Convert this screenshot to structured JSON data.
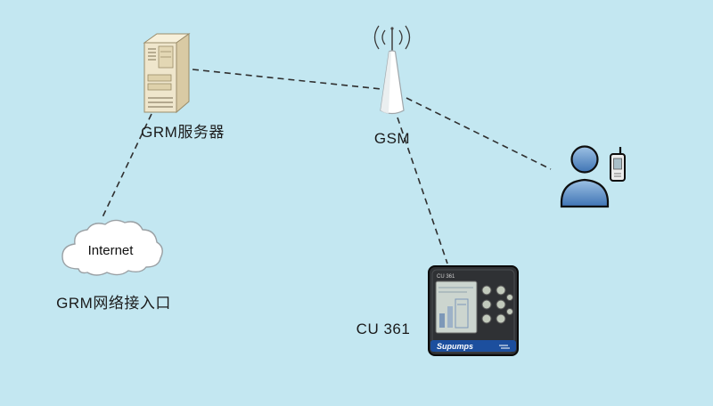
{
  "colors": {
    "background": "#c3e7f1",
    "connector": "#2f2f2f",
    "person_blue": "#4e86c6",
    "device_body": "#2f3134",
    "device_brand_bar": "#1c4f9e",
    "server_beige": "#efe6cc",
    "cloud_fill": "#ffffff"
  },
  "nodes": {
    "server": {
      "label": "GRM服务器"
    },
    "gsm": {
      "label": "GSM"
    },
    "internet": {
      "label": "Internet",
      "caption": "GRM网络接入口"
    },
    "cu361": {
      "label": "CU 361",
      "panel_text": "CU 361",
      "brand": "Supumps"
    },
    "person": {
      "name": "mobile-user"
    }
  }
}
